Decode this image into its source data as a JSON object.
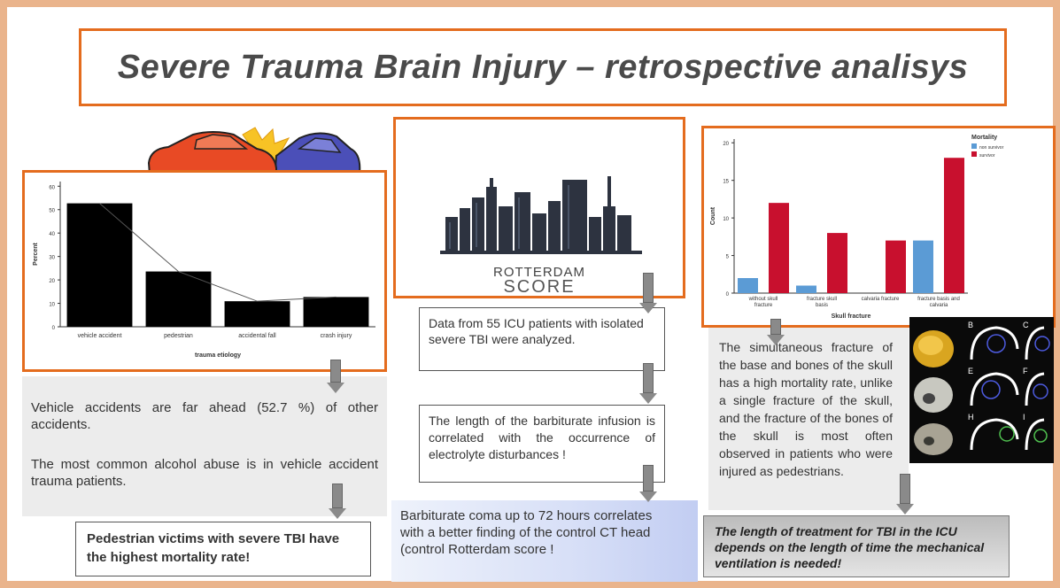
{
  "title": "Severe Trauma Brain Injury – retrospective analisys",
  "left": {
    "chart_data": {
      "type": "bar",
      "categories": [
        "vehicle accident",
        "pedestrian",
        "accidental fall",
        "crash injury"
      ],
      "values": [
        52.7,
        23.6,
        10.9,
        12.7
      ],
      "xlabel": "trauma etiology",
      "ylabel": "Percent",
      "yticks": [
        0,
        10,
        20,
        30,
        40,
        50,
        60
      ],
      "ylim": [
        0,
        62
      ],
      "overlay_line": true
    },
    "text1": "Vehicle accidents are far ahead (52.7 %) of other accidents.",
    "text2": "The most common alcohol abuse is in vehicle accident trauma patients.",
    "result": "Pedestrian victims with severe TBI have the highest mortality rate!"
  },
  "middle": {
    "logo_line1": "ROTTERDAM",
    "logo_line2": "SCORE",
    "box1": "Data from 55 ICU patients with isolated severe TBI were analyzed.",
    "box2": "The length of the barbiturate infusion is correlated with the occurrence of electrolyte disturbances !",
    "box3": "Barbiturate coma up to 72 hours correlates with a better finding of the control CT head (control Rotterdam score !"
  },
  "right": {
    "chart_data": {
      "type": "bar",
      "categories": [
        "without skull fracture",
        "fracture skull basis",
        "calvaria fracture",
        "fracture basis and calvaria"
      ],
      "category_lines": [
        [
          "without skull",
          "fracture"
        ],
        [
          "fracture skull",
          "basis"
        ],
        [
          "calvaria fracture"
        ],
        [
          "fracture basis and",
          "calvaria"
        ]
      ],
      "series": [
        {
          "name": "non survivor",
          "values": [
            2,
            1,
            0,
            7
          ],
          "color": "#5b9bd5"
        },
        {
          "name": "survivor",
          "values": [
            12,
            8,
            7,
            18
          ],
          "color": "#c8102e"
        }
      ],
      "legend_title": "Mortality",
      "xlabel": "Skull fracture",
      "ylabel": "Count",
      "yticks": [
        0,
        5,
        10,
        15,
        20
      ],
      "ylim": [
        0,
        20.5
      ],
      "grid": false,
      "legend_position": "top-right"
    },
    "text": "The simultaneous fracture of the base and bones of the skull has a high mortality rate, unlike a single fracture of the skull, and the fracture of the bones of the skull is most often observed in patients who were injured as pedestrians.",
    "ct_labels": [
      "B",
      "C",
      "E",
      "F",
      "H",
      "I"
    ],
    "result": "The length of treatment for TBI in the ICU depends on the length of time the mechanical ventilation is needed!"
  }
}
